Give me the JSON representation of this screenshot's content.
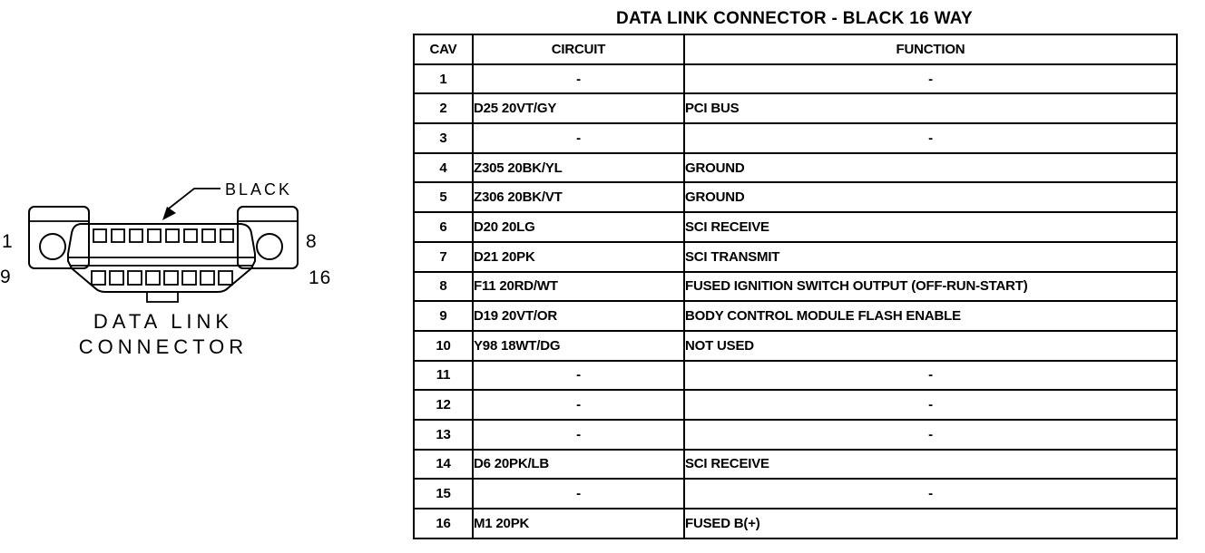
{
  "title": "DATA LINK CONNECTOR - BLACK 16 WAY",
  "diagram": {
    "connector_color_label": "BLACK",
    "caption_line1": "DATA LINK",
    "caption_line2": "CONNECTOR",
    "pin_labels": {
      "top_left": "1",
      "bottom_left": "9",
      "top_right": "8",
      "bottom_right": "16"
    },
    "pins_per_row": 8
  },
  "table": {
    "headers": [
      "CAV",
      "CIRCUIT",
      "FUNCTION"
    ],
    "rows": [
      {
        "cav": "1",
        "circuit": "-",
        "function": "-"
      },
      {
        "cav": "2",
        "circuit": "D25 20VT/GY",
        "function": "PCI BUS"
      },
      {
        "cav": "3",
        "circuit": "-",
        "function": "-"
      },
      {
        "cav": "4",
        "circuit": "Z305 20BK/YL",
        "function": "GROUND"
      },
      {
        "cav": "5",
        "circuit": "Z306 20BK/VT",
        "function": "GROUND"
      },
      {
        "cav": "6",
        "circuit": "D20 20LG",
        "function": "SCI RECEIVE"
      },
      {
        "cav": "7",
        "circuit": "D21 20PK",
        "function": "SCI TRANSMIT"
      },
      {
        "cav": "8",
        "circuit": "F11 20RD/WT",
        "function": "FUSED IGNITION SWITCH OUTPUT (OFF-RUN-START)"
      },
      {
        "cav": "9",
        "circuit": "D19 20VT/OR",
        "function": "BODY CONTROL MODULE FLASH ENABLE"
      },
      {
        "cav": "10",
        "circuit": "Y98 18WT/DG",
        "function": "NOT USED"
      },
      {
        "cav": "11",
        "circuit": "-",
        "function": "-"
      },
      {
        "cav": "12",
        "circuit": "-",
        "function": "-"
      },
      {
        "cav": "13",
        "circuit": "-",
        "function": "-"
      },
      {
        "cav": "14",
        "circuit": "D6 20PK/LB",
        "function": "SCI RECEIVE"
      },
      {
        "cav": "15",
        "circuit": "-",
        "function": "-"
      },
      {
        "cav": "16",
        "circuit": "M1 20PK",
        "function": "FUSED B(+)"
      }
    ]
  },
  "colors": {
    "ink": "#000000",
    "paper": "#ffffff"
  }
}
